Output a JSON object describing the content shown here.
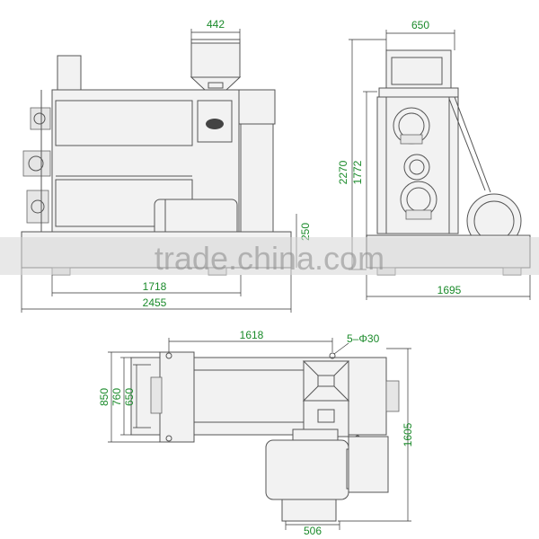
{
  "dimensions": {
    "top_left_hopper_width": "442",
    "top_right_width": "650",
    "height_overall": "2270",
    "height_body": "1772",
    "base_height": "250",
    "length_inner": "1718",
    "length_overall": "2455",
    "side_depth": "1695",
    "plan_bolt_span": "1618",
    "plan_holes": "5–Φ30",
    "plan_w_850": "850",
    "plan_w_760": "760",
    "plan_w_650": "650",
    "plan_total_depth": "1605",
    "plan_motor_base": "506"
  },
  "watermark": "trade.china.com",
  "colors": {
    "dimension_text": "#1a8a2a",
    "line": "#555555"
  }
}
